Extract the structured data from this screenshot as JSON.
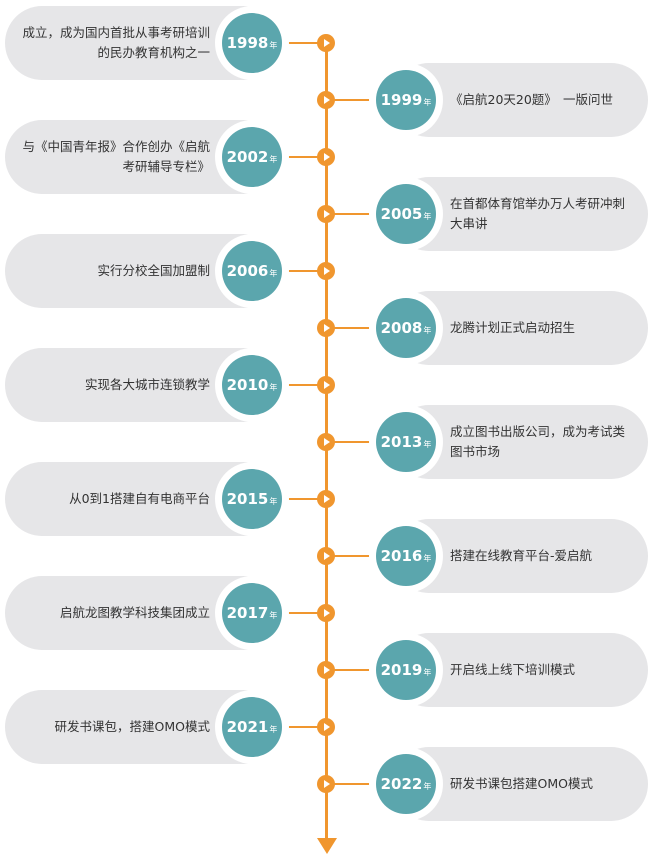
{
  "colors": {
    "accent": "#f0962e",
    "teal": "#5ba6ad",
    "card": "#e6e6e8"
  },
  "year_suffix": "年",
  "events": [
    {
      "year": "1998",
      "side": "left",
      "text": "成立，成为国内首批从事考研培训的民办教育机构之一"
    },
    {
      "year": "1999",
      "side": "right",
      "text": "《启航20天20题》　一版问世"
    },
    {
      "year": "2002",
      "side": "left",
      "text": "与《中国青年报》合作创办《启航考研辅导专栏》"
    },
    {
      "year": "2005",
      "side": "right",
      "text": "在首都体育馆举办万人考研冲刺大串讲"
    },
    {
      "year": "2006",
      "side": "left",
      "text": "实行分校全国加盟制"
    },
    {
      "year": "2008",
      "side": "right",
      "text": "龙腾计划正式启动招生"
    },
    {
      "year": "2010",
      "side": "left",
      "text": "实现各大城市连锁教学"
    },
    {
      "year": "2013",
      "side": "right",
      "text": "成立图书出版公司，成为考试类图书市场"
    },
    {
      "year": "2015",
      "side": "left",
      "text": "从0到1搭建自有电商平台"
    },
    {
      "year": "2016",
      "side": "right",
      "text": "搭建在线教育平台-爱启航"
    },
    {
      "year": "2017",
      "side": "left",
      "text": "启航龙图教学科技集团成立"
    },
    {
      "year": "2019",
      "side": "right",
      "text": "开启线上线下培训模式"
    },
    {
      "year": "2021",
      "side": "left",
      "text": "研发书课包，搭建OMO模式"
    },
    {
      "year": "2022",
      "side": "right",
      "text": "研发书课包搭建OMO模式"
    }
  ]
}
